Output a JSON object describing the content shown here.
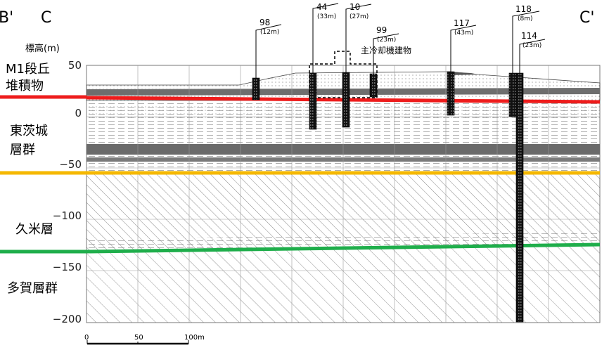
{
  "section": {
    "left": "B'",
    "left2": "C",
    "right": "C'"
  },
  "elevation_title": "標高(m)",
  "ticks": [
    "50",
    "0",
    "−50",
    "−100",
    "−150",
    "−200"
  ],
  "units": [
    {
      "name": "M1段丘\n堆積物",
      "boundary_color": "#ee1c1c"
    },
    {
      "name": "東茨城\n層群",
      "boundary_color": "#f5b800"
    },
    {
      "name": "久米層",
      "boundary_color": "#1fae4b"
    },
    {
      "name": "多賀層群",
      "boundary_color": ""
    }
  ],
  "building_label": "主冷却機建物",
  "boreholes": [
    {
      "no": "98",
      "depth": "(12m)"
    },
    {
      "no": "44",
      "depth": "(33m)"
    },
    {
      "no": "10",
      "depth": "(27m)"
    },
    {
      "no": "99",
      "depth": "(23m)"
    },
    {
      "no": "117",
      "depth": "(43m)"
    },
    {
      "no": "118",
      "depth": "(8m)"
    },
    {
      "no": "114",
      "depth": "(23m)"
    }
  ],
  "scale": {
    "zero": "0",
    "mid": "50",
    "end": "100m"
  }
}
